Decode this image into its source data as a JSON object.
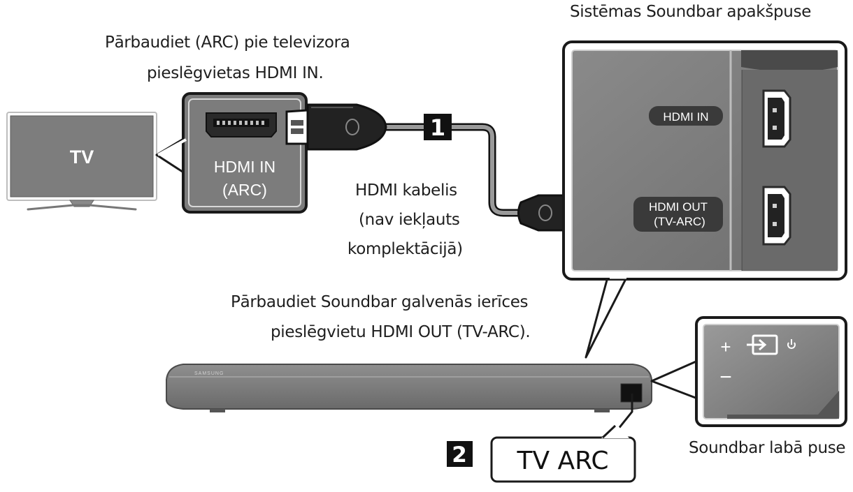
{
  "labels": {
    "bottom_side_title": "Sistēmas Soundbar apakšpuse",
    "tv_check_line1": "Pārbaudiet (ARC) pie televizora",
    "tv_check_line2": "pieslēgvietas HDMI IN.",
    "tv": "TV",
    "tv_port_line1": "HDMI IN",
    "tv_port_line2": "(ARC)",
    "step1": "1",
    "cable_line1": "HDMI kabelis",
    "cable_line2": "(nav iekļauts",
    "cable_line3": "komplektācijā)",
    "panel_hdmi_in": "HDMI IN",
    "panel_hdmi_out_line1": "HDMI OUT",
    "panel_hdmi_out_line2": "(TV-ARC)",
    "soundbar_check_line1": "Pārbaudiet Soundbar galvenās ierīces",
    "soundbar_check_line2": "pieslēgvietu HDMI OUT (TV-ARC).",
    "brand": "SAMSUNG",
    "step2": "2",
    "tv_arc": "TV ARC",
    "right_side_title": "Soundbar labā puse",
    "plus": "+",
    "minus": "−"
  },
  "icons": [
    "input-source-icon",
    "power-icon",
    "hdmi-port-icon"
  ]
}
